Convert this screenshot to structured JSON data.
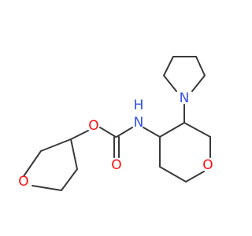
{
  "molecule": {
    "atoms": {
      "ring_oxygen_left": "O",
      "ester_oxygen": "O",
      "carbonyl_oxygen": "O",
      "amide_nitrogen": "N",
      "amide_hydrogen": "H",
      "pyrrolidine_nitrogen": "N",
      "ring_oxygen_right": "O"
    }
  },
  "colors": {
    "bond": "#3a3a3a",
    "oxygen": "#ff0d0d",
    "nitrogen": "#3050f8",
    "background": "#ffffff"
  }
}
